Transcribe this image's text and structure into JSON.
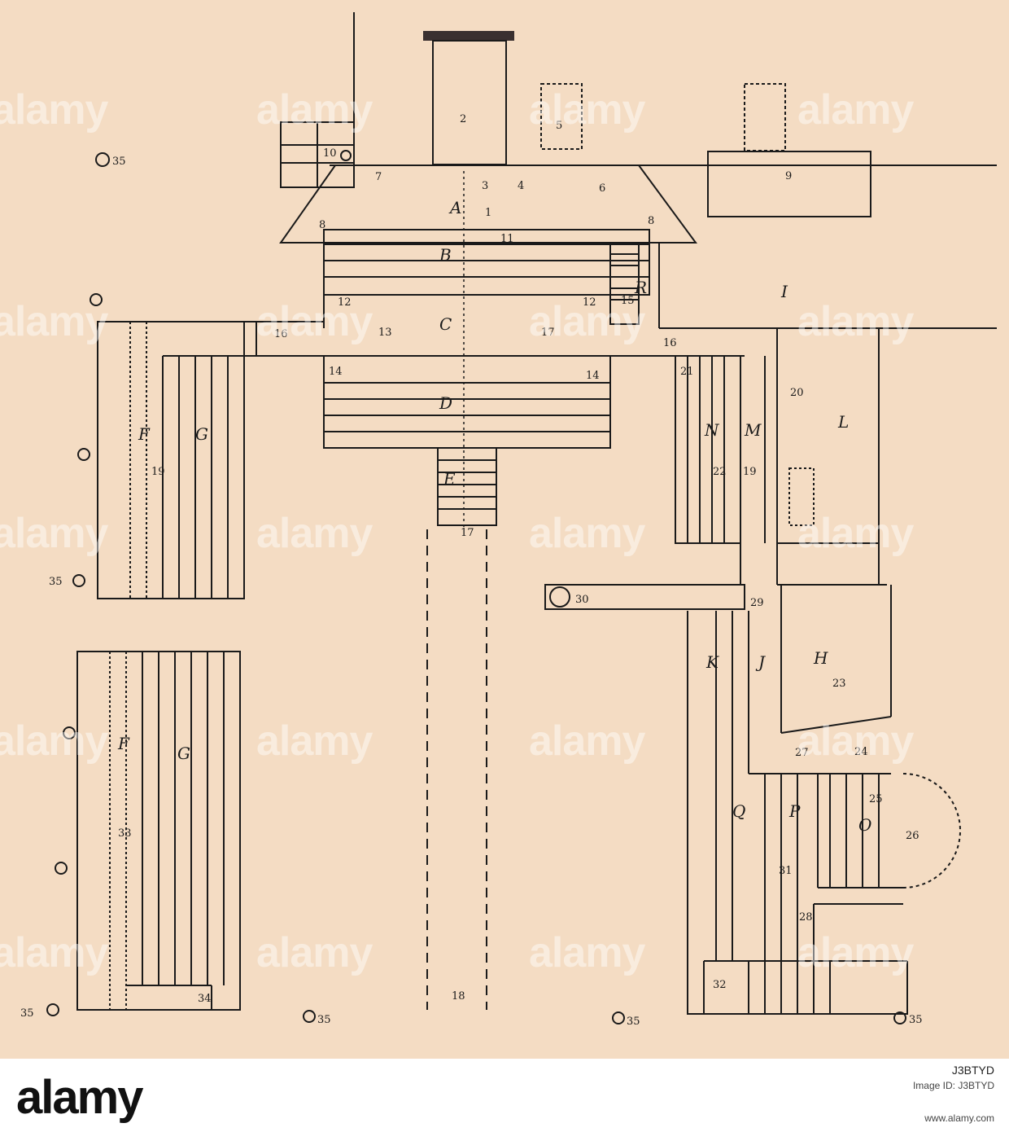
{
  "labels": {
    "A": "A",
    "B": "B",
    "C": "C",
    "D": "D",
    "E": "E",
    "F": "F",
    "G": "G",
    "H": "H",
    "I": "I",
    "J": "J",
    "K": "K",
    "L": "L",
    "M": "M",
    "N": "N",
    "O": "O",
    "P": "P",
    "Q": "Q",
    "R": "R"
  },
  "numbers": {
    "n1": "1",
    "n2": "2",
    "n3": "3",
    "n4": "4",
    "n5": "5",
    "n6": "6",
    "n7": "7",
    "n8": "8",
    "n9": "9",
    "n10": "10",
    "n11": "11",
    "n12": "12",
    "n13": "13",
    "n14": "14",
    "n15": "15",
    "n16": "16",
    "n17": "17",
    "n18": "18",
    "n19": "19",
    "n20": "20",
    "n21": "21",
    "n22": "22",
    "n23": "23",
    "n24": "24",
    "n25": "25",
    "n26": "26",
    "n27": "27",
    "n28": "28",
    "n29": "29",
    "n30": "30",
    "n31": "31",
    "n32": "32",
    "n33": "33",
    "n34": "34",
    "n35": "35"
  },
  "watermark": "alamy",
  "footer": {
    "logo": "alamy",
    "image_code": "J3BTYD",
    "image_id": "Image ID: J3BTYD",
    "website": "www.alamy.com"
  },
  "colors": {
    "paper": "#f4dcc3",
    "ink": "#1a1a1a"
  }
}
